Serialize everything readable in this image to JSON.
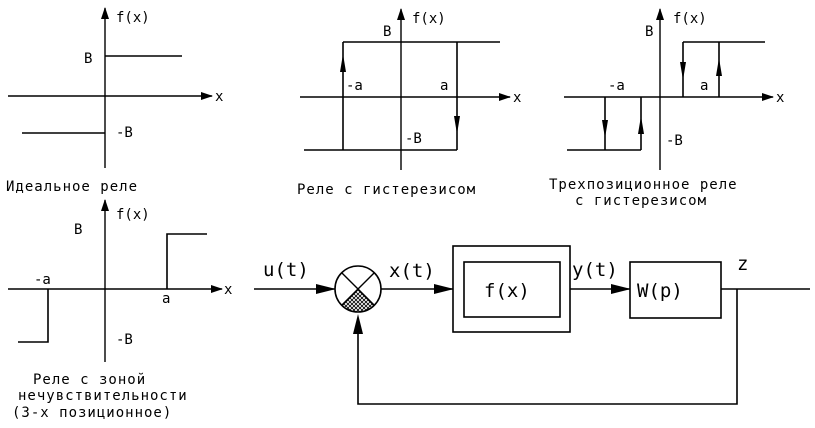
{
  "panels": {
    "ideal": {
      "axis_label": "f(x)",
      "x_label": "x",
      "b_pos": "B",
      "b_neg": "-B",
      "caption": "Идеальное реле"
    },
    "hysteresis": {
      "axis_label": "f(x)",
      "x_label": "x",
      "b_pos": "B",
      "b_neg": "-B",
      "a_neg": "-a",
      "a_pos": "a",
      "caption": "Реле с гистерезисом"
    },
    "three_pos_hyst": {
      "axis_label": "f(x)",
      "x_label": "x",
      "b_pos": "B",
      "b_neg": "-B",
      "a_neg": "-a",
      "a_pos": "a",
      "caption_line1": "Трехпозиционное реле",
      "caption_line2": "с гистерезисом"
    },
    "dead_zone": {
      "axis_label": "f(x)",
      "x_label": "x",
      "b_pos": "B",
      "b_neg": "-B",
      "a_neg": "-a",
      "a_pos": "a",
      "caption_line1": "Реле с зоной",
      "caption_line2": "нечувствительности",
      "caption_line3": "(3-х позиционное)"
    }
  },
  "block_diagram": {
    "input_label": "u(t)",
    "error_label": "x(t)",
    "nonlinear_block": "f(x)",
    "nonlinear_output": "y(t)",
    "plant_block": "W(p)",
    "output_label": "z"
  }
}
